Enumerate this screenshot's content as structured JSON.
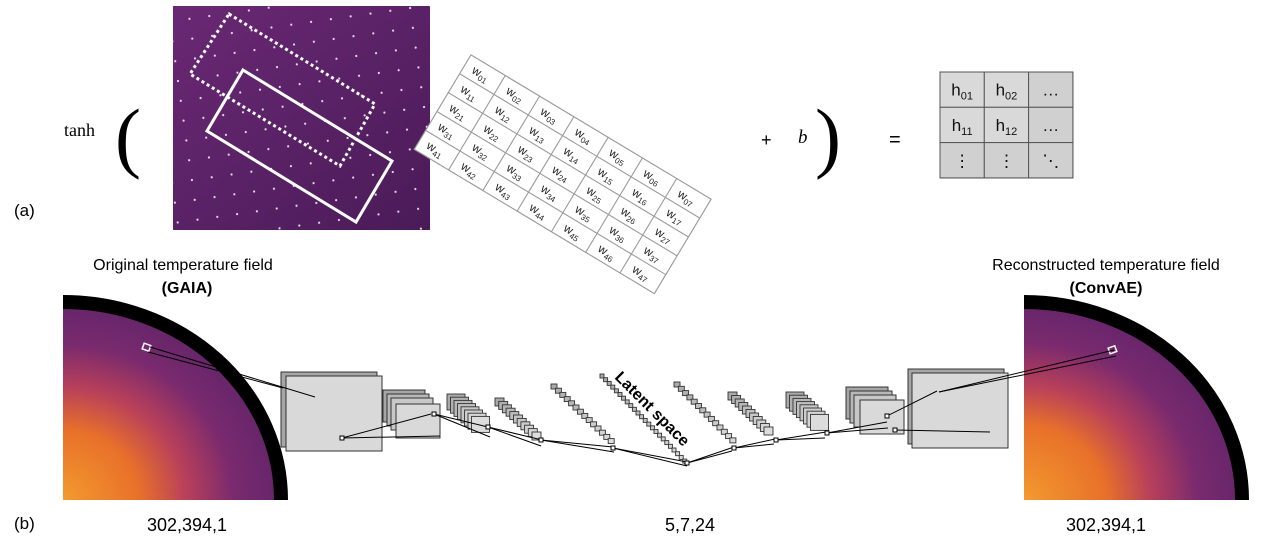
{
  "panel_a": {
    "panel_label": "(a)",
    "func": "tanh",
    "open_paren": "(",
    "close_paren": ")",
    "conv_op": "*",
    "plus_op": "+",
    "bias": "b",
    "equals": "=",
    "weights": [
      [
        "w",
        "01"
      ],
      [
        "w",
        "02"
      ],
      [
        "w",
        "03"
      ],
      [
        "w",
        "04"
      ],
      [
        "w",
        "05"
      ],
      [
        "w",
        "06"
      ],
      [
        "w",
        "07"
      ],
      [
        "w",
        "11"
      ],
      [
        "w",
        "12"
      ],
      [
        "w",
        "13"
      ],
      [
        "w",
        "14"
      ],
      [
        "w",
        "15"
      ],
      [
        "w",
        "16"
      ],
      [
        "w",
        "17"
      ],
      [
        "w",
        "21"
      ],
      [
        "w",
        "22"
      ],
      [
        "w",
        "23"
      ],
      [
        "w",
        "24"
      ],
      [
        "w",
        "25"
      ],
      [
        "w",
        "26"
      ],
      [
        "w",
        "27"
      ],
      [
        "w",
        "31"
      ],
      [
        "w",
        "32"
      ],
      [
        "w",
        "33"
      ],
      [
        "w",
        "34"
      ],
      [
        "w",
        "35"
      ],
      [
        "w",
        "36"
      ],
      [
        "w",
        "37"
      ],
      [
        "w",
        "41"
      ],
      [
        "w",
        "42"
      ],
      [
        "w",
        "43"
      ],
      [
        "w",
        "44"
      ],
      [
        "w",
        "45"
      ],
      [
        "w",
        "46"
      ],
      [
        "w",
        "47"
      ]
    ],
    "output": [
      [
        "h",
        "01"
      ],
      [
        "h",
        "02"
      ],
      [
        "…",
        ""
      ],
      [
        "h",
        "11"
      ],
      [
        "h",
        "12"
      ],
      [
        "…",
        ""
      ],
      [
        "⋮",
        ""
      ],
      [
        "⋮",
        ""
      ],
      [
        "⋱",
        ""
      ]
    ]
  },
  "panel_b": {
    "panel_label": "(b)",
    "left_title": "Original temperature field",
    "left_subtitle": "(GAIA)",
    "right_title": "Reconstructed temperature field",
    "right_subtitle": "(ConvAE)",
    "latent_label": "Latent space",
    "left_dims": "302,394,1",
    "center_dims": "5,7,24",
    "right_dims": "302,394,1"
  },
  "colors": {
    "field_dark": "#3a1650",
    "field_mid": "#6b2a7a",
    "field_hot": "#e8702a",
    "layer_fill": "#d9d9d9",
    "layer_shadow": "#a6a6a6",
    "cell_fill": "#d0d0d0"
  }
}
